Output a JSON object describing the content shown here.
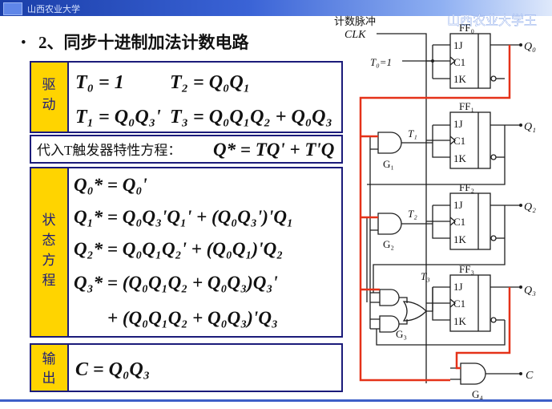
{
  "header": {
    "university_small": "山西农业大学",
    "university_watermark": "山西农业大学王"
  },
  "title": "2、同步十进制加法计数电路",
  "bullet": "•",
  "drive": {
    "label": [
      "驱",
      "动"
    ],
    "eq_t0": "T₀ = 1",
    "eq_t2": "T₂ = Q₀Q₁",
    "eq_t1": "T₁ = Q₀Q₃'",
    "eq_t3": "T₃ = Q₀Q₁Q₂ + Q₀Q₃"
  },
  "substitute": {
    "text": "代入T触发器特性方程：",
    "eq": "Q* = TQ' + T'Q"
  },
  "state": {
    "label": [
      "状",
      "态",
      "方",
      "程"
    ],
    "eq0": "Q₀* = Q₀'",
    "eq1": "Q₁* = Q₀Q₃'Q₁' + (Q₀Q₃')'Q₁",
    "eq2": "Q₂* = Q₀Q₁Q₂' + (Q₀Q₁)'Q₂",
    "eq3a": "Q₃* = (Q₀Q₁Q₂ + Q₀Q₃)Q₃'",
    "eq3b": "+ (Q₀Q₁Q₂ + Q₀Q₃)'Q₃"
  },
  "output": {
    "label": [
      "输",
      "出"
    ],
    "eq": "C = Q₀Q₃"
  },
  "circuit": {
    "clock_title": "计数脉冲",
    "clock_name": "CLK",
    "t0_input": "T₀=1",
    "ff_names": [
      "FF₀",
      "FF₁",
      "FF₂",
      "FF₃"
    ],
    "pin_1j": "1J",
    "pin_c1": "C1",
    "pin_1k": "1K",
    "gate_names": [
      "G₁",
      "G₂",
      "G₃",
      "G₄"
    ],
    "t_labels": [
      "T₁",
      "T₂",
      "T₃"
    ],
    "outputs": [
      "Q₀",
      "Q₁",
      "Q₂",
      "Q₃",
      "C"
    ]
  },
  "colors": {
    "box_border": "#1b1b7a",
    "label_fill": "#ffd400",
    "feedback_wire": "#e53219",
    "wire": "#1e1e1e"
  }
}
